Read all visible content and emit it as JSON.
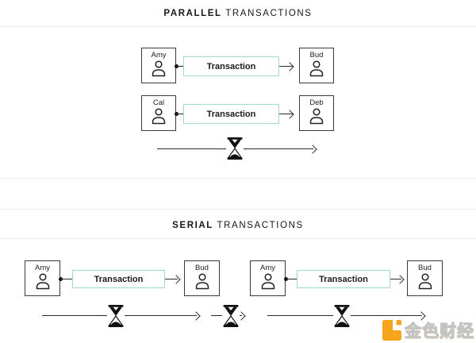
{
  "colors": {
    "transaction_border_mint": "#a5d8c4",
    "brand_orange": "#f7a41d",
    "line_dark": "#2a2a2a",
    "divider_gray": "#ebebeb"
  },
  "parallel": {
    "title_bold": "PARALLEL",
    "title_rest": "TRANSACTIONS",
    "flows": [
      {
        "from": "Amy",
        "label": "Transaction",
        "to": "Bud"
      },
      {
        "from": "Cal",
        "label": "Transaction",
        "to": "Deb"
      }
    ]
  },
  "serial": {
    "title_bold": "SERIAL",
    "title_rest": "TRANSACTIONS",
    "flows": [
      {
        "from": "Amy",
        "label": "Transaction",
        "to": "Bud"
      },
      {
        "from": "Amy",
        "label": "Transaction",
        "to": "Bud"
      }
    ]
  },
  "icons": {
    "person": "person-icon",
    "hourglass": "hourglass-icon",
    "arrowhead": "arrowhead-icon"
  },
  "logo": {
    "text": "金色财经"
  }
}
